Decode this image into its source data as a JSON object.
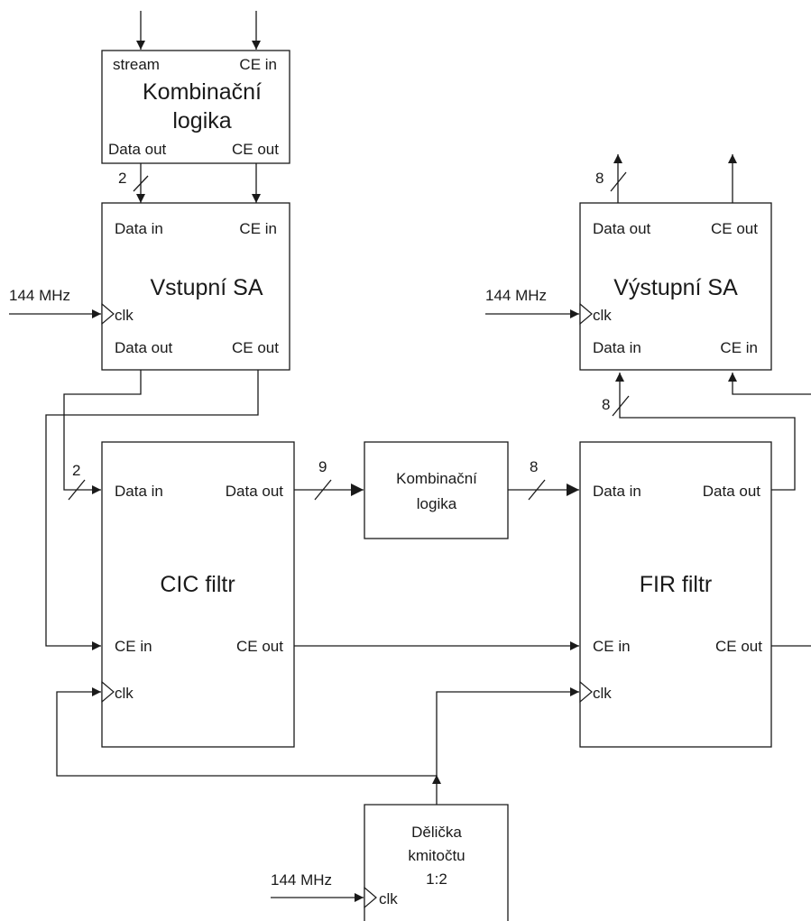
{
  "blocks": {
    "kombinacni_top": {
      "title_line1": "Kombinační",
      "title_line2": "logika",
      "port_stream": "stream",
      "port_ce_in": "CE in",
      "port_data_out": "Data out",
      "port_ce_out": "CE out"
    },
    "vstupni_sa": {
      "title": "Vstupní SA",
      "port_data_in": "Data in",
      "port_ce_in": "CE in",
      "port_clk": "clk",
      "port_data_out": "Data out",
      "port_ce_out": "CE out",
      "clock_source": "144 MHz"
    },
    "vystupni_sa": {
      "title": "Výstupní SA",
      "port_data_out": "Data out",
      "port_ce_out": "CE out",
      "port_clk": "clk",
      "port_data_in": "Data in",
      "port_ce_in": "CE in",
      "clock_source": "144 MHz"
    },
    "cic": {
      "title": "CIC filtr",
      "port_data_in": "Data in",
      "port_data_out": "Data out",
      "port_ce_in": "CE in",
      "port_ce_out": "CE out",
      "port_clk": "clk"
    },
    "kombinacni_mid": {
      "title_line1": "Kombinační",
      "title_line2": "logika"
    },
    "fir": {
      "title": "FIR filtr",
      "port_data_in": "Data in",
      "port_data_out": "Data out",
      "port_ce_in": "CE in",
      "port_ce_out": "CE out",
      "port_clk": "clk"
    },
    "delicka": {
      "title_line1": "Dělička",
      "title_line2": "kmitočtu",
      "title_line3": "1:2",
      "port_clk": "clk",
      "clock_source": "144 MHz"
    }
  },
  "bus_widths": {
    "top_to_vstupni": "2",
    "vstupni_to_cic": "2",
    "cic_to_logic": "9",
    "logic_to_fir": "8",
    "fir_to_vystupni": "8",
    "vystupni_out": "8"
  }
}
